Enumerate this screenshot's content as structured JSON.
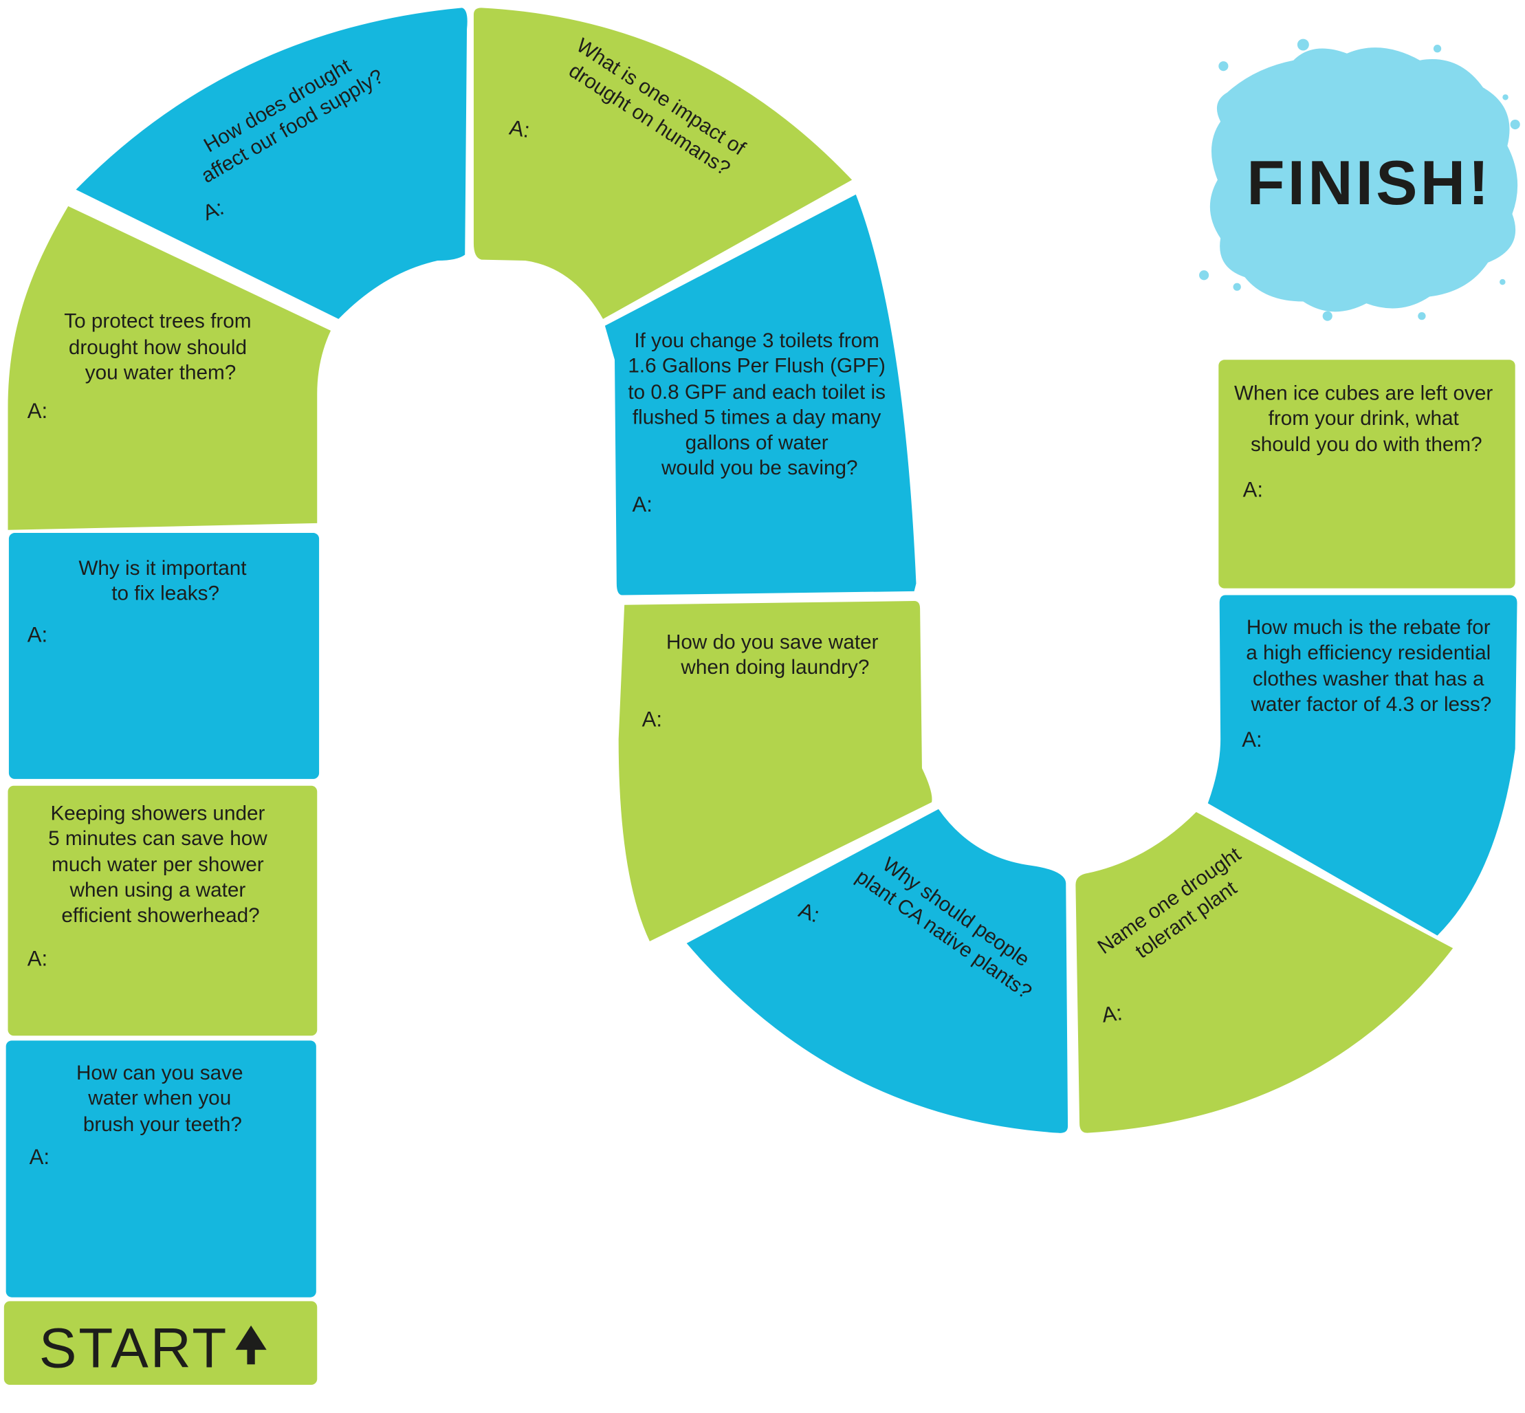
{
  "colors": {
    "blue": "#15B7DE",
    "green": "#B2D44C",
    "splash": "#86DAEE",
    "text": "#1d1d1b"
  },
  "start": {
    "label": "START",
    "icon": "arrow-up-icon"
  },
  "finish": {
    "label": "FINISH!"
  },
  "answer_label": "A:",
  "spaces": [
    {
      "color": "blue",
      "lines": [
        "How can you save",
        "water when you",
        "brush your teeth?"
      ]
    },
    {
      "color": "green",
      "lines": [
        "Keeping showers under",
        "5 minutes can save how",
        "much water per shower",
        "when using a water",
        "efficient showerhead?"
      ]
    },
    {
      "color": "blue",
      "lines": [
        "Why is it important",
        "to fix leaks?"
      ]
    },
    {
      "color": "green",
      "lines": [
        "To protect trees from",
        "drought how should",
        "you water them?"
      ]
    },
    {
      "color": "blue",
      "lines": [
        "How does drought",
        "affect our food supply?"
      ]
    },
    {
      "color": "green",
      "lines": [
        "What is one impact of",
        "drought on humans?"
      ]
    },
    {
      "color": "blue",
      "lines": [
        "If you change 3 toilets from",
        "1.6 Gallons Per Flush (GPF)",
        "to 0.8 GPF and each toilet is",
        "flushed 5 times a day many",
        "gallons of water",
        "would you be saving?"
      ]
    },
    {
      "color": "green",
      "lines": [
        "How do you save water",
        "when doing laundry?"
      ]
    },
    {
      "color": "blue",
      "lines": [
        "Why should people",
        "plant CA native plants?"
      ]
    },
    {
      "color": "green",
      "lines": [
        "Name one drought",
        "tolerant plant"
      ]
    },
    {
      "color": "blue",
      "lines": [
        "How much is the rebate for",
        "a high efficiency residential",
        "clothes washer that has a",
        "water factor of 4.3 or less?"
      ]
    },
    {
      "color": "green",
      "lines": [
        "When ice cubes are left over",
        "from your drink, what",
        "should you do with them?"
      ]
    }
  ]
}
